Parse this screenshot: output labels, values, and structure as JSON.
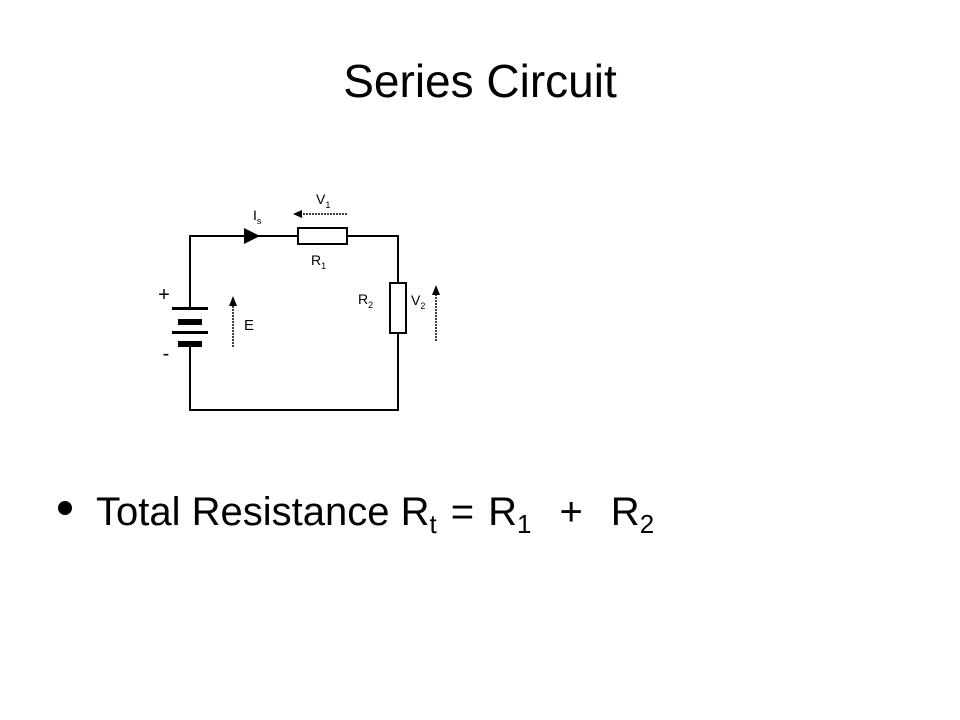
{
  "slide": {
    "title": "Series Circuit",
    "bullet": {
      "prefix": "Total Resistance ",
      "rt_symbol": "R",
      "rt_sub": "t",
      "equals": "=",
      "r1_symbol": "R",
      "r1_sub": "1",
      "plus": "+",
      "r2_symbol": "R",
      "r2_sub": "2"
    }
  },
  "circuit": {
    "labels": {
      "current": "I",
      "current_sub": "s",
      "v1": "V",
      "v1_sub": "1",
      "r1": "R",
      "r1_sub": "1",
      "r2": "R",
      "r2_sub": "2",
      "v2": "V",
      "v2_sub": "2",
      "emf": "E",
      "plus": "+",
      "minus": "-"
    }
  }
}
